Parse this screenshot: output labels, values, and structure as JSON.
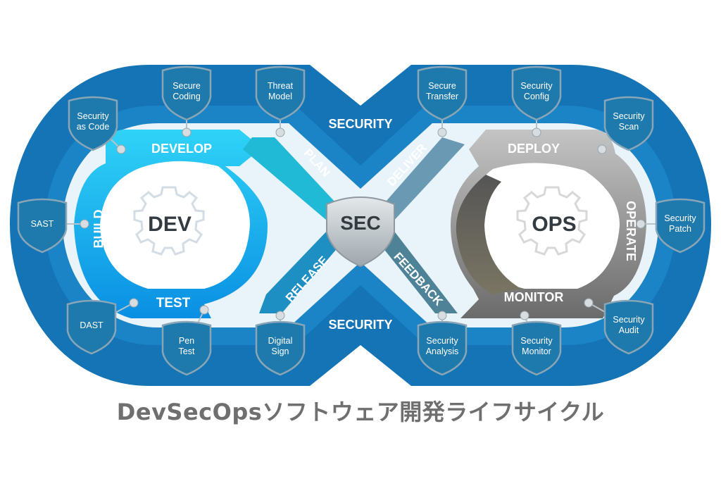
{
  "center": {
    "dev": "DEV",
    "sec": "SEC",
    "ops": "OPS"
  },
  "security_labels": {
    "top": "SECURITY",
    "bottom": "SECURITY"
  },
  "stages": {
    "develop": "DEVELOP",
    "build": "BUILD",
    "test": "TEST",
    "release": "RELEASE",
    "plan": "PLAN",
    "deliver": "DELIVER",
    "feedback": "FEEDBACK",
    "deploy": "DEPLOY",
    "operate": "OPERATE",
    "monitor": "MONITOR"
  },
  "shields": {
    "secure_coding": [
      "Secure",
      "Coding"
    ],
    "threat_model": [
      "Threat",
      "Model"
    ],
    "security_as_code": [
      "Security",
      "as Code"
    ],
    "sast": [
      "SAST"
    ],
    "dast": [
      "DAST"
    ],
    "pen_test": [
      "Pen",
      "Test"
    ],
    "digital_sign": [
      "Digital",
      "Sign"
    ],
    "secure_transfer": [
      "Secure",
      "Transfer"
    ],
    "security_config": [
      "Security",
      "Config"
    ],
    "security_scan": [
      "Security",
      "Scan"
    ],
    "security_patch": [
      "Security",
      "Patch"
    ],
    "security_audit": [
      "Security",
      "Audit"
    ],
    "security_monitor": [
      "Security",
      "Monitor"
    ],
    "security_analysis": [
      "Security",
      "Analysis"
    ]
  },
  "caption": "DevSecOpsソフトウェア開発ライフサイクル",
  "colors": {
    "outer_band": "#1474b5",
    "dev_cyan": "#1ec8f5",
    "dev_blue": "#0a8fe3",
    "ops_gray": "#a8a8a8",
    "ops_dark": "#6c6c6c",
    "shield_fill": "#1e79ad",
    "shield_stroke": "#8aa6b6"
  }
}
